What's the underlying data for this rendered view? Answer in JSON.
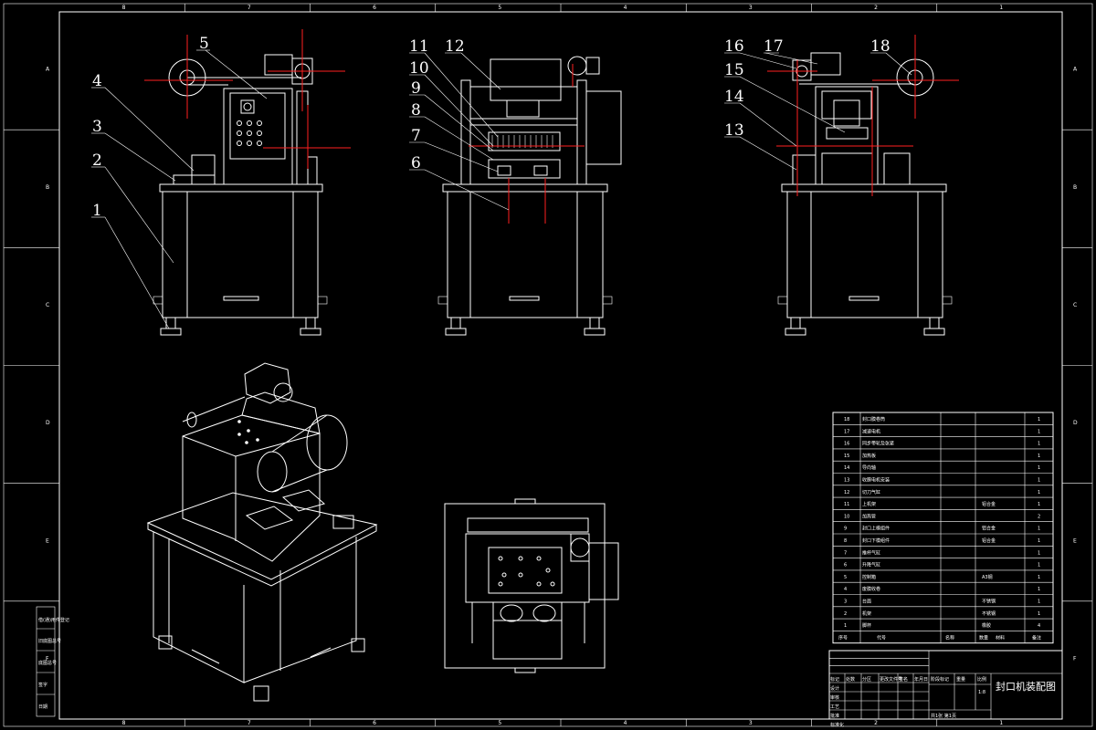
{
  "drawing": {
    "title": "封口机装配图",
    "scale": "1:8",
    "sheet_info": "共1张 第1页"
  },
  "balloons": [
    "1",
    "2",
    "3",
    "4",
    "5",
    "6",
    "7",
    "8",
    "9",
    "10",
    "11",
    "12",
    "13",
    "14",
    "15",
    "16",
    "17",
    "18"
  ],
  "border_grid": {
    "cols": [
      "8",
      "7",
      "6",
      "5",
      "4",
      "3",
      "2",
      "1"
    ],
    "rows": [
      "A",
      "B",
      "C",
      "D",
      "E",
      "F"
    ]
  },
  "bom": {
    "headers": [
      "序号",
      "代号",
      "名称",
      "数量",
      "材料",
      "备注"
    ],
    "rows": [
      {
        "no": "18",
        "name": "封口膜卷筒",
        "material": "",
        "qty": "1"
      },
      {
        "no": "17",
        "name": "减速电机",
        "material": "",
        "qty": "1"
      },
      {
        "no": "16",
        "name": "同步带轮及张紧",
        "material": "",
        "qty": "1"
      },
      {
        "no": "15",
        "name": "加热板",
        "material": "",
        "qty": "1"
      },
      {
        "no": "14",
        "name": "导向轴",
        "material": "",
        "qty": "1"
      },
      {
        "no": "13",
        "name": "收膜电机安装",
        "material": "",
        "qty": "1"
      },
      {
        "no": "12",
        "name": "切刀气缸",
        "material": "",
        "qty": "1"
      },
      {
        "no": "11",
        "name": "上机架",
        "material": "铝合金",
        "qty": "1"
      },
      {
        "no": "10",
        "name": "加热管",
        "material": "",
        "qty": "2"
      },
      {
        "no": "9",
        "name": "封口上模组件",
        "material": "铝合金",
        "qty": "1"
      },
      {
        "no": "8",
        "name": "封口下模组件",
        "material": "铝合金",
        "qty": "1"
      },
      {
        "no": "7",
        "name": "推杯气缸",
        "material": "",
        "qty": "1"
      },
      {
        "no": "6",
        "name": "升降气缸",
        "material": "",
        "qty": "1"
      },
      {
        "no": "5",
        "name": "控制箱",
        "material": "A3钢",
        "qty": "1"
      },
      {
        "no": "4",
        "name": "废膜收卷",
        "material": "",
        "qty": "1"
      },
      {
        "no": "3",
        "name": "台面",
        "material": "不锈钢",
        "qty": "1"
      },
      {
        "no": "2",
        "name": "机架",
        "material": "不锈钢",
        "qty": "1"
      },
      {
        "no": "1",
        "name": "脚杯",
        "material": "橡胶",
        "qty": "4"
      }
    ]
  },
  "title_block": {
    "rev_headers": [
      "标记",
      "处数",
      "分区",
      "更改文件号",
      "签名",
      "年月日"
    ],
    "roles": [
      "设计",
      "审核",
      "工艺",
      "批准",
      "标准化"
    ],
    "stage_headers": [
      "阶段标记",
      "重量",
      "比例"
    ]
  },
  "revision_strip": [
    "借(通)用件登记",
    "旧底图总号",
    "底图总号",
    "签字",
    "日期"
  ],
  "colors": {
    "line": "#ffffff",
    "centerline": "#ff2020",
    "background": "#000000"
  }
}
